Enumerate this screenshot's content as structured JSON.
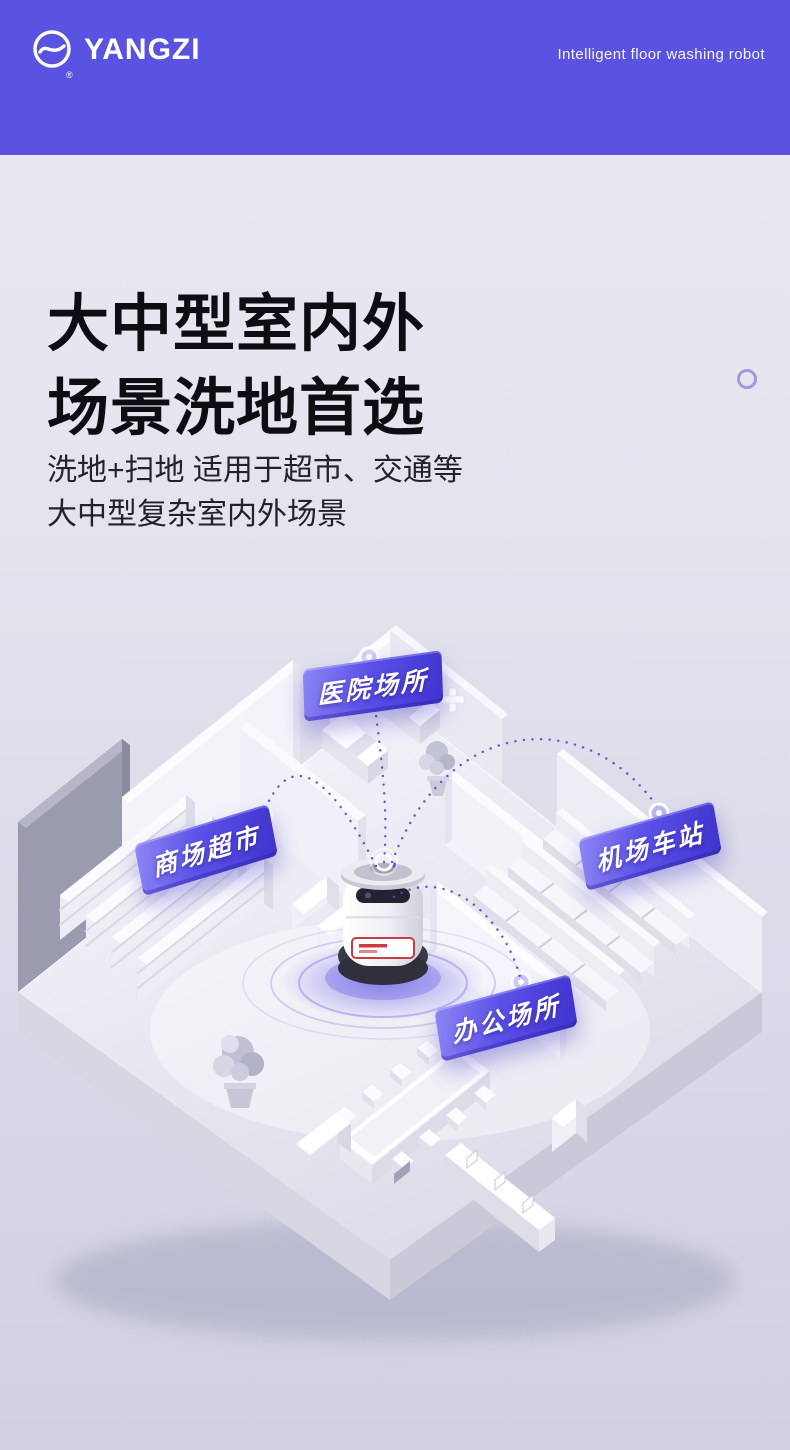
{
  "header": {
    "brand": "YANGZI",
    "brand_reg": "®",
    "tagline": "Intelligent floor washing robot",
    "logo_icon": "yangzi-logo-icon"
  },
  "hero": {
    "title_line1": "大中型室内外",
    "title_line2": "场景洗地首选",
    "subtitle_line1": "洗地+扫地 适用于超市、交通等",
    "subtitle_line2": "大中型复杂室内外场景"
  },
  "scene": {
    "labels": [
      {
        "id": "hospital",
        "text": "医院场所"
      },
      {
        "id": "mall-supermarket",
        "text": "商场超市"
      },
      {
        "id": "airport-station",
        "text": "机场车站"
      },
      {
        "id": "office",
        "text": "办公场所"
      }
    ]
  },
  "colors": {
    "header_bg": "#5a52e0",
    "accent_purple": "#5a52e0",
    "ribbon_gradient_start": "#8d86f4",
    "ribbon_gradient_end": "#4033cf",
    "title_text": "#0e0e12",
    "body_bg_top": "#eaeaf4",
    "body_bg_bottom": "#d0d0e0"
  }
}
